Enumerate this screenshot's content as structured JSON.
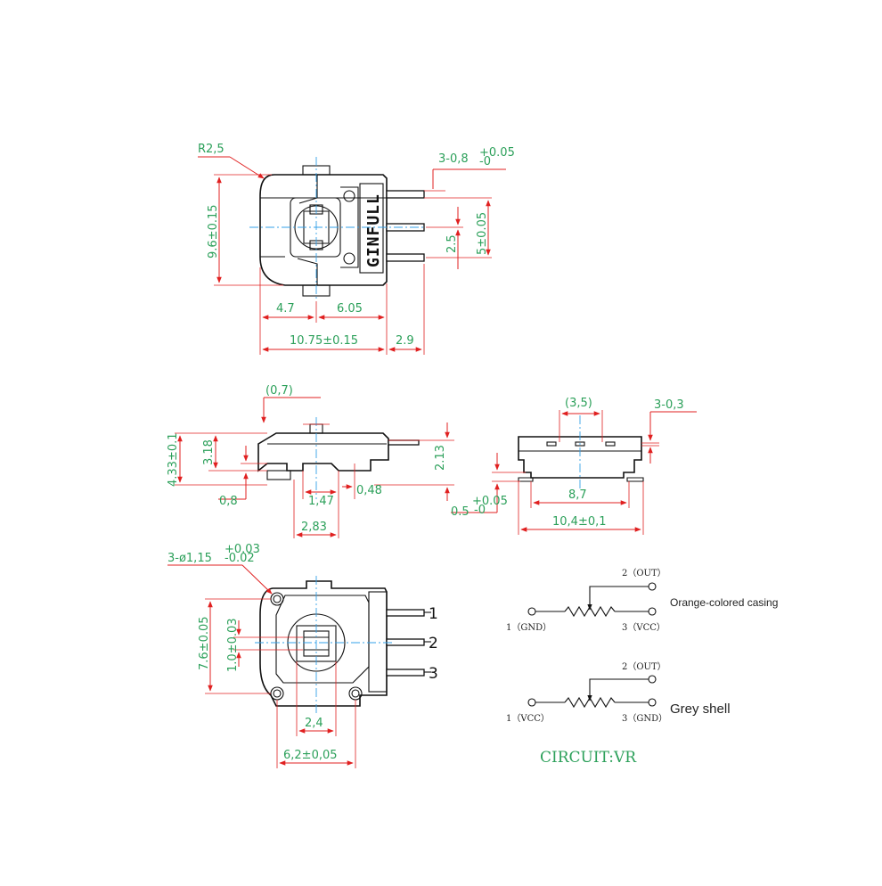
{
  "top_view": {
    "label_r": "R2,5",
    "label_pins": "3-0,8",
    "label_pins_tol_top": "+0.05",
    "label_pins_tol_bot": "-0",
    "label_height": "9.6±0.15",
    "label_2_5": "2.5",
    "label_5": "5±0.05",
    "label_4_7": "4.7",
    "label_6_05": "6.05",
    "label_10_75": "10.75±0.15",
    "label_2_9": "2.9",
    "brand": "GINFULL"
  },
  "side_view": {
    "label_0_7": "(0,7)",
    "label_4_33": "4.33±0.1",
    "label_3_18": "3.18",
    "label_2_13": "2.13",
    "label_0_8": "0,8",
    "label_1_47": "1,47",
    "label_0_48": "0,48",
    "label_2_83": "2,83"
  },
  "end_view": {
    "label_3_5": "(3,5)",
    "label_3_0_3": "3-0,3",
    "label_0_5": "0.5",
    "label_0_5_tol_top": "+0.05",
    "label_0_5_tol_bot": "-0",
    "label_8_7": "8,7",
    "label_10_4": "10,4±0,1"
  },
  "bottom_view": {
    "label_holes": "3-ø1,15",
    "label_holes_tol_top": "+0.03",
    "label_holes_tol_bot": "-0.02",
    "label_7_6": "7.6±0.05",
    "label_1_0": "1.0±0.03",
    "label_2_4": "2,4",
    "label_6_2": "6,2±0,05",
    "pin_numbers": [
      "1",
      "2",
      "3"
    ]
  },
  "circuits": [
    {
      "pin_out": "2（OUT）",
      "pin_left": "1（GND）",
      "pin_right": "3（VCC）",
      "note": "Orange-colored casing"
    },
    {
      "pin_out": "2（OUT）",
      "pin_left": "1（VCC）",
      "pin_right": "3（GND）",
      "note": "Grey shell"
    }
  ],
  "circuit_title": "CIRCUIT:VR",
  "colors": {
    "dimension_text": "#2ca05a",
    "dimension_line": "#e02020",
    "center_line": "#33a0e8",
    "outline": "#111111"
  }
}
